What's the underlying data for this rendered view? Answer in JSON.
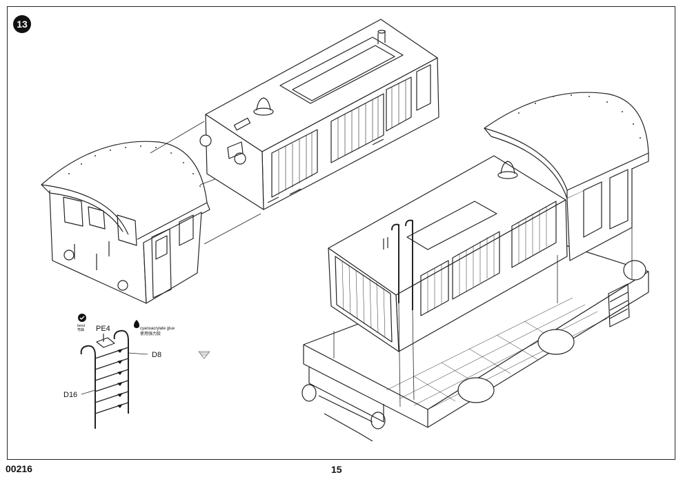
{
  "step": {
    "number": "13"
  },
  "footer": {
    "code": "00216",
    "page": "15"
  },
  "parts": {
    "pe4": "PE4",
    "d8": "D8",
    "d16": "D16"
  },
  "icons": {
    "bend": {
      "symbol": "check-circle-icon",
      "en": "bend",
      "zh": "弯曲"
    },
    "glue": {
      "symbol": "glue-drop-icon",
      "en": "cyanoacrylate glue",
      "zh": "使用强力胶"
    }
  }
}
